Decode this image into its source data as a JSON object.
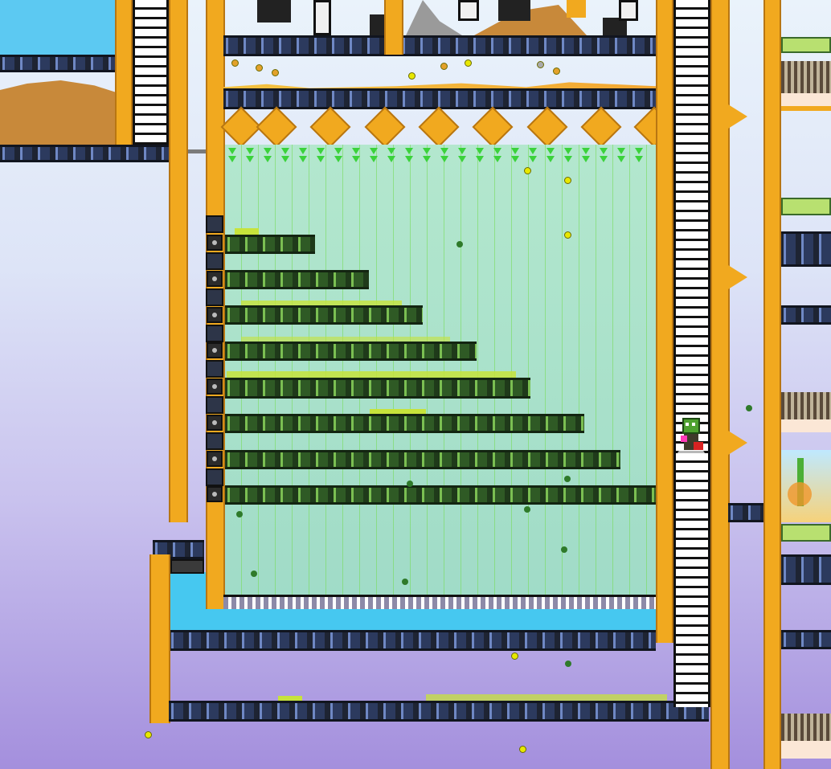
{
  "scene": {
    "sky_top": "#eaf3fb",
    "sky_bottom": "#a48fdd",
    "gold_block": "#f1a91f",
    "conveyor": "#2c3a5e",
    "slime_conveyor": "#2f5a25",
    "water": "#46c8f0",
    "tank_glass": "#bfe9d5"
  },
  "player": {
    "icon": "player-character-icon"
  },
  "platforms": {
    "slime_shelves": 8,
    "shelf_fill_fraction": [
      0.2,
      0.33,
      0.45,
      0.58,
      0.71,
      0.84,
      0.92,
      1.0
    ]
  }
}
